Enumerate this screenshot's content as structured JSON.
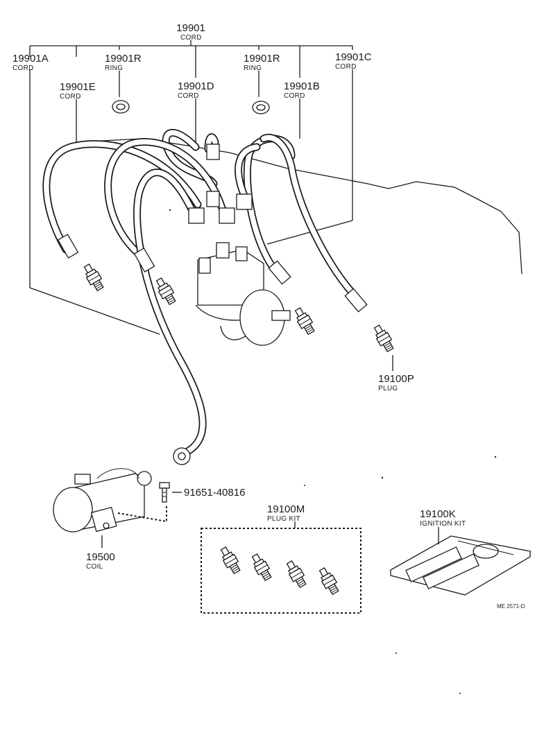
{
  "parts": {
    "cord_set": {
      "number": "19901",
      "name": "CORD"
    },
    "cord_a": {
      "number": "19901A",
      "name": "CORD"
    },
    "ring_left": {
      "number": "19901R",
      "name": "RING"
    },
    "ring_right": {
      "number": "19901R",
      "name": "RING"
    },
    "cord_c": {
      "number": "19901C",
      "name": "CORD"
    },
    "cord_e": {
      "number": "19901E",
      "name": "CORD"
    },
    "cord_d": {
      "number": "19901D",
      "name": "CORD"
    },
    "cord_b": {
      "number": "19901B",
      "name": "CORD"
    },
    "plug": {
      "number": "19100P",
      "name": "PLUG"
    },
    "bolt": {
      "number": "91651-40816"
    },
    "plug_kit": {
      "number": "19100M",
      "name": "PLUG KIT"
    },
    "ignition_kit": {
      "number": "19100K",
      "name": "IGNITION KIT"
    },
    "coil": {
      "number": "19500",
      "name": "COIL"
    }
  },
  "figure_ref": "ME 2571-D"
}
